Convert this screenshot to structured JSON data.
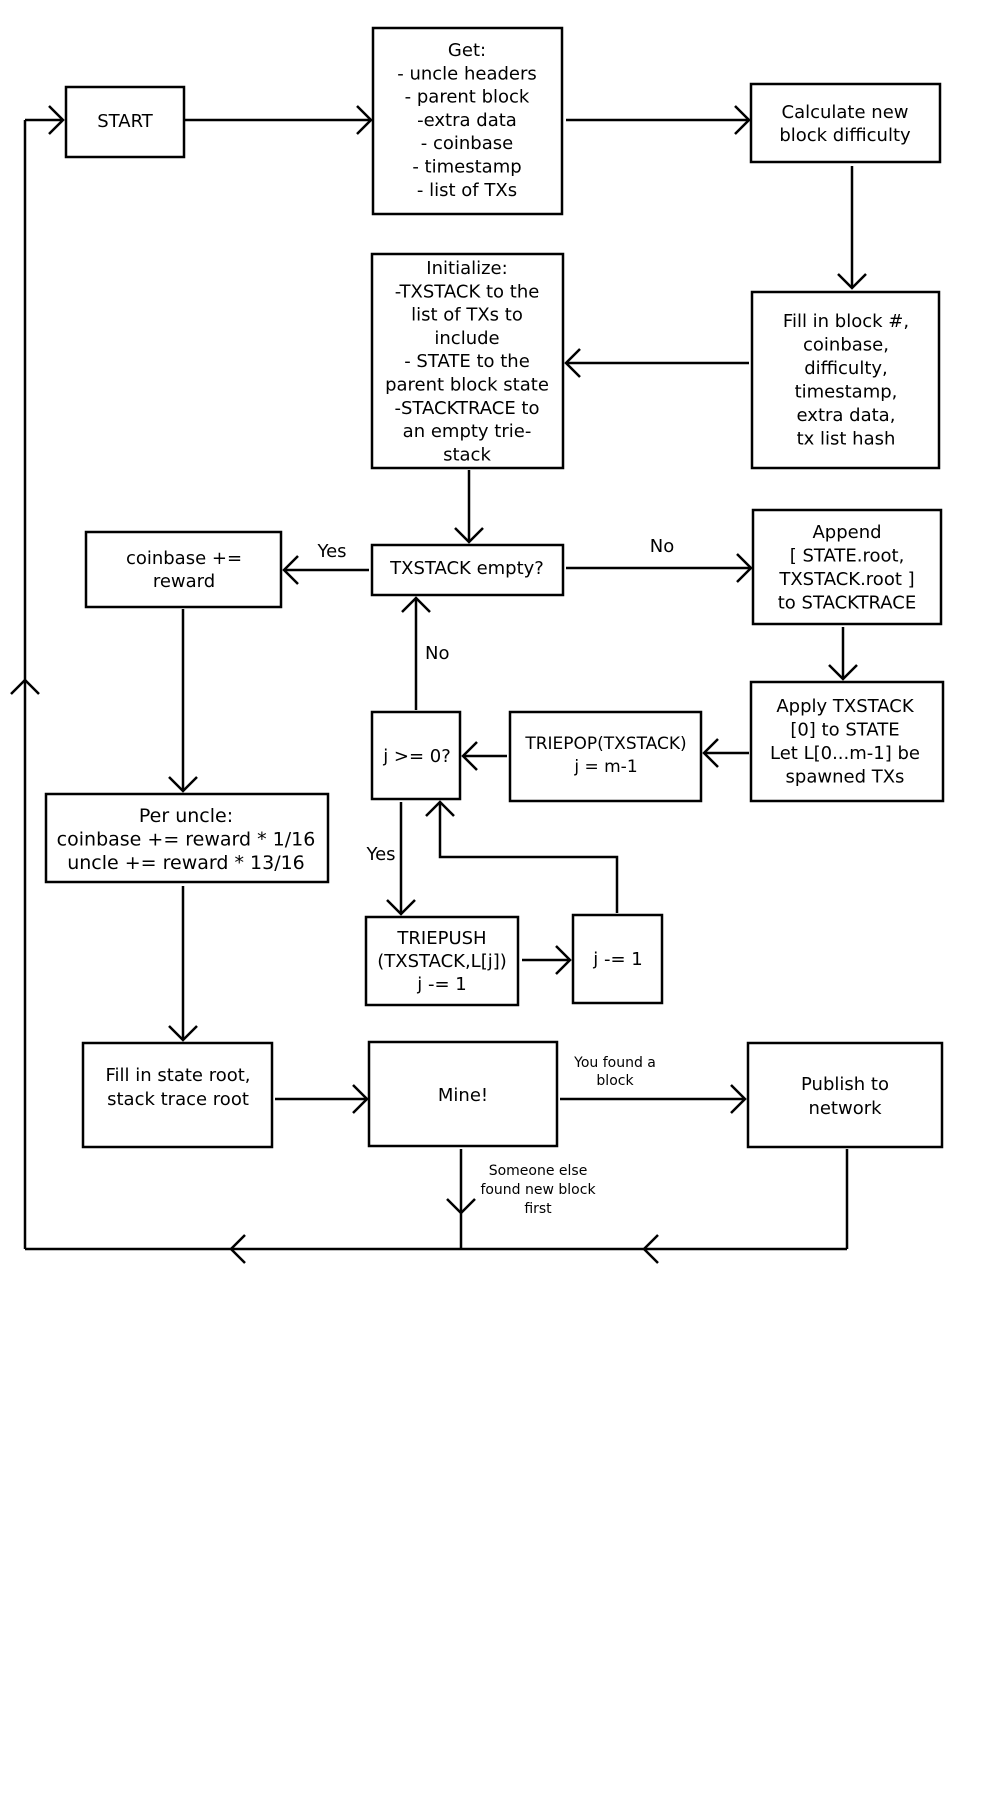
{
  "nodes": {
    "start": [
      "START"
    ],
    "get": [
      "Get:",
      "- uncle headers",
      "- parent block",
      "-extra data",
      "- coinbase",
      "- timestamp",
      "- list of TXs"
    ],
    "difficulty": [
      "Calculate new",
      "block difficulty"
    ],
    "fill_block": [
      "Fill in block #,",
      "coinbase,",
      "difficulty,",
      "timestamp,",
      "extra data,",
      "tx list hash"
    ],
    "initialize": [
      "Initialize:",
      "-TXSTACK to the",
      "list of TXs to",
      "include",
      "- STATE to the",
      "parent block state",
      "-STACKTRACE to",
      "an empty trie-",
      "stack"
    ],
    "txstack_empty": [
      "TXSTACK empty?"
    ],
    "coinbase_reward": [
      "coinbase +=",
      "reward"
    ],
    "append": [
      "Append",
      "[ STATE.root,",
      "TXSTACK.root ]",
      "to STACKTRACE"
    ],
    "apply": [
      "Apply TXSTACK",
      "[0] to STATE",
      "Let L[0...m-1] be",
      "spawned TXs"
    ],
    "triepop": [
      "TRIEPOP(TXSTACK)",
      "j = m-1"
    ],
    "j_check": [
      "j >= 0?"
    ],
    "per_uncle": [
      "Per uncle:",
      "coinbase += reward * 1/16",
      "uncle += reward * 13/16"
    ],
    "triepush": [
      "TRIEPUSH",
      "(TXSTACK,L[j])",
      "j -= 1"
    ],
    "j_dec": [
      "j -= 1"
    ],
    "fill_state": [
      "Fill in state root,",
      "stack trace root"
    ],
    "mine": [
      "Mine!"
    ],
    "publish": [
      "Publish to",
      "network"
    ]
  },
  "labels": {
    "yes_coinbase": "Yes",
    "no_append": "No",
    "no_loop": "No",
    "yes_push": "Yes",
    "found_block": [
      "You found a",
      "block"
    ],
    "someone_else": [
      "Someone else",
      "found new block",
      "first"
    ]
  }
}
